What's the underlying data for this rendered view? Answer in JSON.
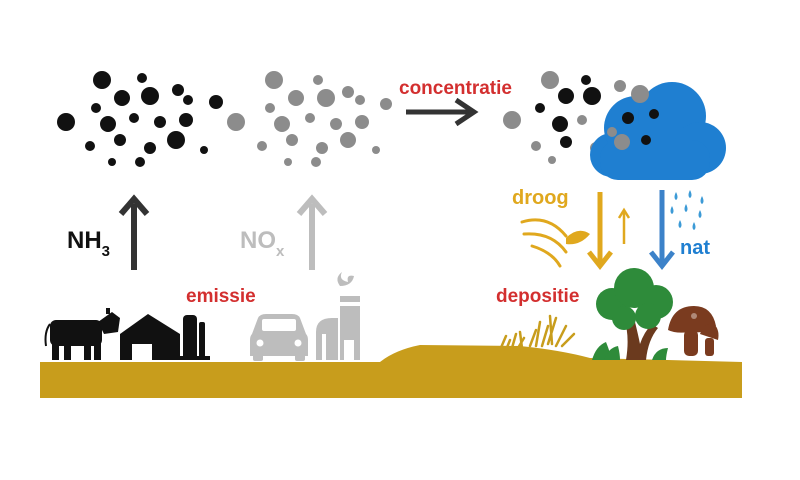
{
  "labels": {
    "nh3": "NH",
    "nh3_sub": "3",
    "nox": "NO",
    "nox_sub": "x",
    "concentratie": "concentratie",
    "emissie": "emissie",
    "depositie": "depositie",
    "droog": "droog",
    "nat": "nat"
  },
  "colors": {
    "ground": "#c89d1c",
    "red_label": "#d32f2f",
    "dark": "#111111",
    "grey": "#8c8c8c",
    "light_grey": "#bdbdbd",
    "cloud_blue": "#1f7fd1",
    "droog_yellow": "#e0a81e",
    "tree_green": "#2e8b3a",
    "trunk_brown": "#6b3a1e",
    "mushroom_brown": "#7a3b1f",
    "arrow_dark": "#333333"
  },
  "icons": [
    "cow-icon",
    "barn-icon",
    "car-icon",
    "factory-icon",
    "cloud-icon",
    "rain-icon",
    "leaves-icon",
    "tree-icon",
    "mushroom-icon",
    "grass-icon"
  ]
}
